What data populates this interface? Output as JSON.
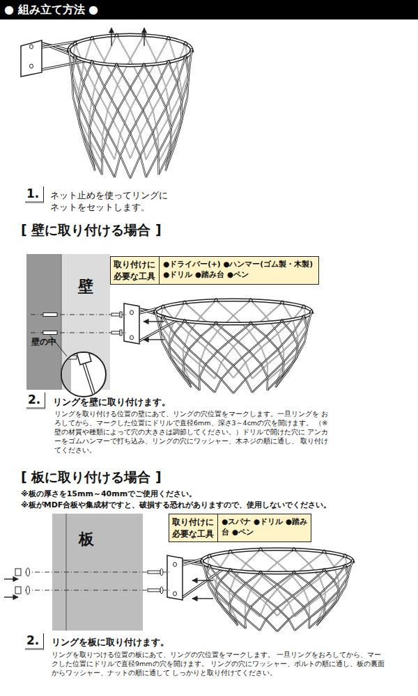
{
  "diagram": {
    "title": "● 組み立て方法 ●",
    "nodes": [
      {
        "text": [
          "壁"
        ]
      },
      {
        "text": [
          "取り付けに 必要な工具",
          "●ドライバー(+) ●ハンマー(ゴム製・木製) ●ドリル ●踏み台 ●ペン"
        ]
      },
      {
        "text": [
          "壁の中"
        ]
      },
      {
        "text": [
          "板"
        ]
      },
      {
        "text": [
          "取り付けに 必要な工具",
          "●スパナ ●ドリル ●踏み台 ●ペン"
        ]
      }
    ],
    "labels": [
      "1.",
      "ネット止めを使ってリングに ネットをセットします。",
      "[ 壁に取り付ける場合 ]",
      "2.",
      "リングを壁に取り付けます。",
      "リングを取り付ける位置の壁にあて、リングの穴位置をマークします。一旦リングを おろしてから、マークした位置にドリルで直径6mm、深さ3～4cmの穴を開けます。 （※壁の材質や種類によって穴の大きさは調節してください。）ドリルで開けた穴に アンカーをゴムハンマーで打ち込み、リングの穴にワッシャー、木ネジの順に通し、 取り付けてください。",
      "[ 板に取り付ける場合 ]",
      "※板の厚さを15mm～40mmでご使用ください。",
      "※板がMDF合板や集成材ですと、破損する恐れがありますので、使用しないでください。",
      "2.",
      "リングを板に取り付けます。",
      "リングを取りつける位置の板にあて、リングの穴位置をマークします。 一旦リングをおろしてから、マークした位置にドリルで直径9mmの穴を開けます。 リングの穴にワッシャー、ボルトの順に通し、板の裏面からワッシャー、ナットの順に通して しっかりと取り付けてください。"
    ]
  }
}
